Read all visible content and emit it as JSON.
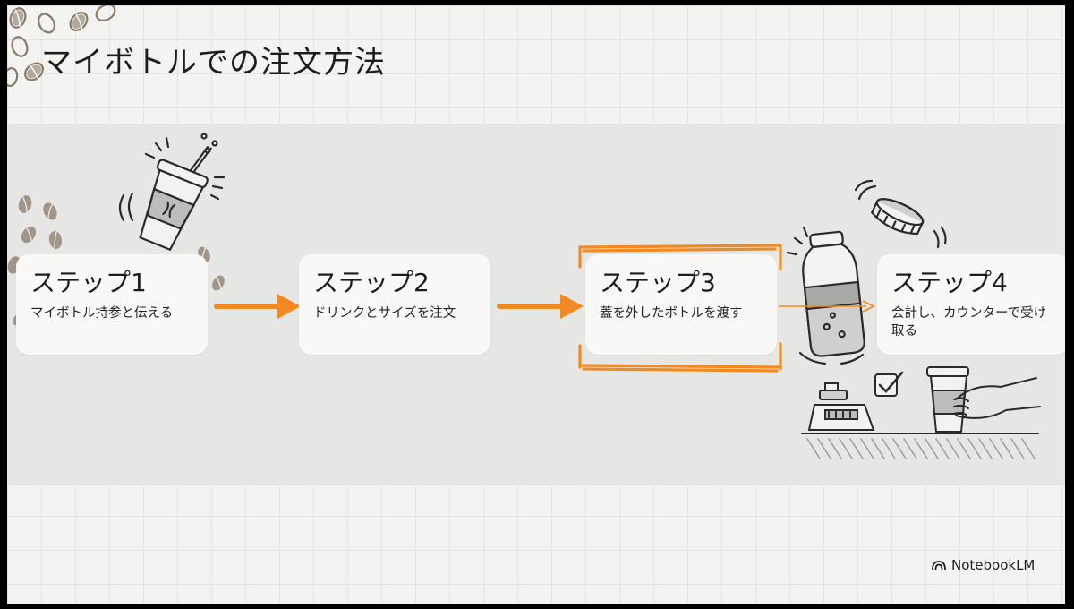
{
  "title": "マイボトルでの注文方法",
  "steps": [
    {
      "title": "ステップ1",
      "desc": "マイボトル持参と伝える"
    },
    {
      "title": "ステップ2",
      "desc": "ドリンクとサイズを注文"
    },
    {
      "title": "ステップ3",
      "desc": "蓋を外したボトルを渡す"
    },
    {
      "title": "ステップ4",
      "desc": "会計し、カウンターで受け取る"
    }
  ],
  "branding": {
    "label": "NotebookLM"
  },
  "colors": {
    "accent": "#f28a24",
    "ink": "#1c1c1c",
    "bean": "#8a7a6a"
  },
  "icons": [
    "coffee-bean-icon",
    "tumbler-icon",
    "bottle-icon",
    "lid-icon",
    "register-icon",
    "checkbox-icon",
    "cup-hand-icon",
    "arrow-icon",
    "notebooklm-logo-icon"
  ]
}
